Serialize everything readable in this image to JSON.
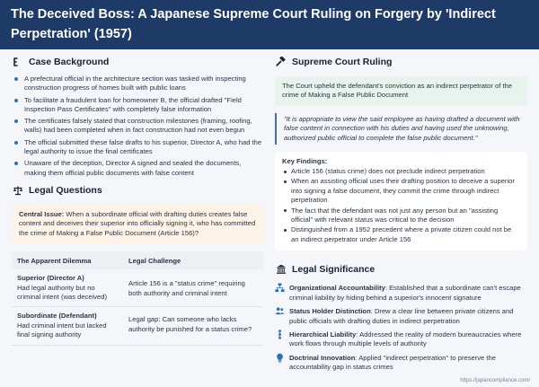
{
  "header": {
    "title": "The Deceived Boss: A Japanese Supreme Court Ruling on Forgery by 'Indirect Perpetration' (1957)"
  },
  "background": {
    "heading": "Case Background",
    "icon": "timeline-icon",
    "items": [
      "A prefectural official in the architecture section was tasked with inspecting construction progress of homes built with public loans",
      "To facilitate a fraudulent loan for homeowner B, the official drafted \"Field Inspection Pass Certificates\" with completely false information",
      "The certificates falsely stated that construction milestones (framing, roofing, walls) had been completed when in fact construction had not even begun",
      "The official submitted these false drafts to his superior, Director A, who had the legal authority to issue the final certificates",
      "Unaware of the deception, Director A signed and sealed the documents, making them official public documents with false content"
    ]
  },
  "legal_questions": {
    "heading": "Legal Questions",
    "icon": "scales-icon",
    "central_label": "Central Issue:",
    "central_text": " When a subordinate official with drafting duties creates false content and deceives their superior into officially signing it, who has committed the crime of Making a False Public Document (Article 156)?",
    "table": {
      "headers": [
        "The Apparent Dilemma",
        "Legal Challenge"
      ],
      "rows": [
        {
          "who": "Superior (Director A)",
          "desc": "Had legal authority but no criminal intent (was deceived)",
          "challenge": "Article 156 is a \"status crime\" requiring both authority and criminal intent"
        },
        {
          "who": "Subordinate (Defendant)",
          "desc": "Had criminal intent but lacked final signing authority",
          "challenge": "Legal gap: Can someone who lacks authority be punished for a status crime?"
        }
      ]
    }
  },
  "ruling": {
    "heading": "Supreme Court Ruling",
    "icon": "gavel-icon",
    "summary": "The Court upheld the defendant's conviction as an indirect perpetrator of the crime of Making a False Public Document",
    "quote": "\"It is appropriate to view the said employee as having drafted a document with false content in connection with his duties and having used the unknowing, authorized public official to complete the false public document.\"",
    "findings_label": "Key Findings:",
    "findings": [
      "Article 156 (status crime) does not preclude indirect perpetration",
      "When an assisting official uses their drafting position to deceive a superior into signing a false document, they commit the crime through indirect perpetration",
      "The fact that the defendant was not just any person but an \"assisting official\" with relevant status was critical to the decision",
      "Distinguished from a 1952 precedent where a private citizen could not be an indirect perpetrator under Article 156"
    ]
  },
  "significance": {
    "heading": "Legal Significance",
    "icon": "courthouse-icon",
    "items": [
      {
        "icon": "org-chart-icon",
        "title": "Organizational Accountability",
        "text": ": Established that a subordinate can't escape criminal liability by hiding behind a superior's innocent signature"
      },
      {
        "icon": "users-icon",
        "title": "Status Holder Distinction",
        "text": ": Drew a clear line between private citizens and public officials with drafting duties in indirect perpetration"
      },
      {
        "icon": "hierarchy-icon",
        "title": "Hierarchical Liability",
        "text": ": Addressed the reality of modern bureaucracies where work flows through multiple levels of authority"
      },
      {
        "icon": "lightbulb-icon",
        "title": "Doctrinal Innovation",
        "text": ": Applied \"indirect perpetration\" to preserve the accountability gap in status crimes"
      }
    ]
  },
  "footer": {
    "url": "https://japancompliance.com/"
  },
  "colors": {
    "header_bg": "#1e3a66",
    "accent": "#2f6fb3",
    "issue_bg": "#fdf3e6",
    "ruling_bg": "#e7f3ec"
  }
}
